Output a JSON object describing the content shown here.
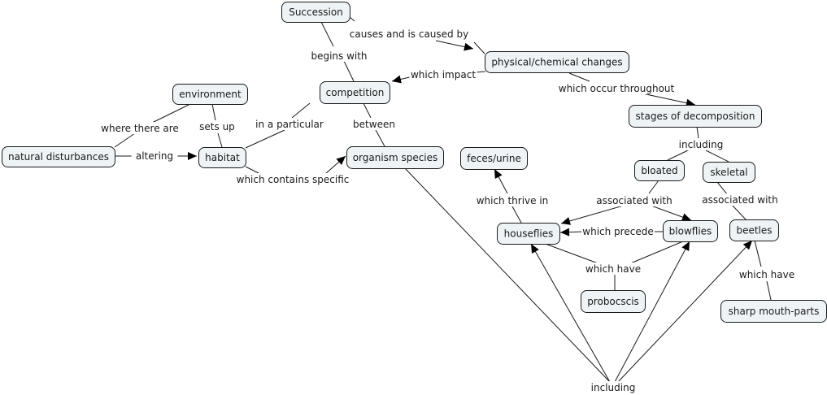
{
  "title": "Succession concept map",
  "colors": {
    "node_fill": "#eef3f6",
    "node_border": "#1a1a1a",
    "line": "#1a1a1a",
    "text": "#1a1a1a"
  },
  "concepts": [
    {
      "id": "succession",
      "label": "Succession"
    },
    {
      "id": "physical",
      "label": "physical/chemical changes"
    },
    {
      "id": "competition",
      "label": "competition"
    },
    {
      "id": "environment",
      "label": "environment"
    },
    {
      "id": "natural",
      "label": "natural disturbances"
    },
    {
      "id": "habitat",
      "label": "habitat"
    },
    {
      "id": "organism",
      "label": "organism species"
    },
    {
      "id": "feces",
      "label": "feces/urine"
    },
    {
      "id": "stages",
      "label": "stages of decomposition"
    },
    {
      "id": "bloated",
      "label": "bloated"
    },
    {
      "id": "skeletal",
      "label": "skeletal"
    },
    {
      "id": "houseflies",
      "label": "houseflies"
    },
    {
      "id": "blowflies",
      "label": "blowflies"
    },
    {
      "id": "beetles",
      "label": "beetles"
    },
    {
      "id": "probocscis",
      "label": "probocscis"
    },
    {
      "id": "sharp",
      "label": "sharp mouth-parts"
    }
  ],
  "linking_phrases": [
    {
      "id": "l_causes",
      "label": "causes and is caused by"
    },
    {
      "id": "l_begins",
      "label": "begins with"
    },
    {
      "id": "l_impact",
      "label": "which impact"
    },
    {
      "id": "l_occur",
      "label": "which occur throughout"
    },
    {
      "id": "l_where",
      "label": "where there are"
    },
    {
      "id": "l_sets",
      "label": "sets up"
    },
    {
      "id": "l_particular",
      "label": "in a particular"
    },
    {
      "id": "l_between",
      "label": "between"
    },
    {
      "id": "l_altering",
      "label": "altering"
    },
    {
      "id": "l_contains",
      "label": "which contains specific"
    },
    {
      "id": "l_including1",
      "label": "including"
    },
    {
      "id": "l_assoc1",
      "label": "associated with"
    },
    {
      "id": "l_assoc2",
      "label": "associated with"
    },
    {
      "id": "l_thrive",
      "label": "which thrive in"
    },
    {
      "id": "l_precede",
      "label": "which precede"
    },
    {
      "id": "l_have1",
      "label": "which have"
    },
    {
      "id": "l_have2",
      "label": "which have"
    },
    {
      "id": "l_including2",
      "label": "including"
    }
  ],
  "connections": [
    {
      "from": "succession",
      "via": "l_causes",
      "to": "physical"
    },
    {
      "from": "succession",
      "via": "l_begins",
      "to": "competition"
    },
    {
      "from": "physical",
      "via": "l_impact",
      "to": "competition"
    },
    {
      "from": "physical",
      "via": "l_occur",
      "to": "stages"
    },
    {
      "from": "environment",
      "via": "l_where",
      "to": "natural"
    },
    {
      "from": "environment",
      "via": "l_sets",
      "to": "habitat"
    },
    {
      "from": "competition",
      "via": "l_particular",
      "to": "habitat"
    },
    {
      "from": "competition",
      "via": "l_between",
      "to": "organism"
    },
    {
      "from": "natural",
      "via": "l_altering",
      "to": "habitat"
    },
    {
      "from": "habitat",
      "via": "l_contains",
      "to": "organism"
    },
    {
      "from": "stages",
      "via": "l_including1",
      "to": [
        "bloated",
        "skeletal"
      ]
    },
    {
      "from": "bloated",
      "via": "l_assoc1",
      "to": [
        "houseflies",
        "blowflies"
      ]
    },
    {
      "from": "skeletal",
      "via": "l_assoc2",
      "to": "beetles"
    },
    {
      "from": "houseflies",
      "via": "l_thrive",
      "to": "feces"
    },
    {
      "from": "blowflies",
      "via": "l_precede",
      "to": "houseflies"
    },
    {
      "from": [
        "houseflies",
        "blowflies"
      ],
      "via": "l_have1",
      "to": "probocscis"
    },
    {
      "from": "beetles",
      "via": "l_have2",
      "to": "sharp"
    },
    {
      "from": "organism",
      "via": "l_including2",
      "to": [
        "houseflies",
        "blowflies",
        "beetles"
      ]
    }
  ]
}
